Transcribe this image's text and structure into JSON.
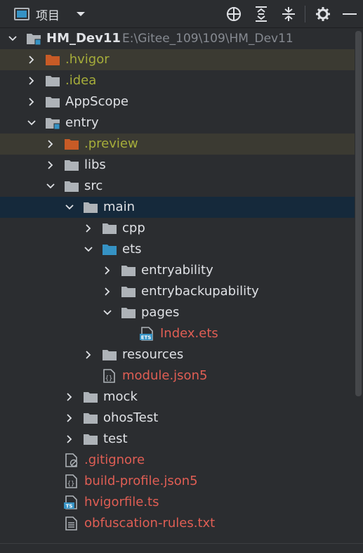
{
  "toolbar": {
    "title": "项目",
    "icons": [
      "project-view-icon",
      "dropdown-arrow-icon",
      "locate-icon",
      "expand-all-icon",
      "collapse-all-icon",
      "settings-icon",
      "hide-icon"
    ]
  },
  "tree": {
    "root": {
      "label": "HM_Dev11",
      "path": "E:\\Gitee_109\\109\\HM_Dev11"
    },
    "items": [
      {
        "label": ".hvigor",
        "color": "olive",
        "icon": "folder-excluded"
      },
      {
        "label": ".idea",
        "color": "olive",
        "icon": "folder"
      },
      {
        "label": "AppScope",
        "color": "white",
        "icon": "folder"
      },
      {
        "label": "entry",
        "color": "white",
        "icon": "module-folder"
      },
      {
        "label": ".preview",
        "color": "olive",
        "icon": "folder-excluded"
      },
      {
        "label": "libs",
        "color": "white",
        "icon": "folder"
      },
      {
        "label": "src",
        "color": "white",
        "icon": "folder"
      },
      {
        "label": "main",
        "color": "white",
        "icon": "folder"
      },
      {
        "label": "cpp",
        "color": "white",
        "icon": "folder"
      },
      {
        "label": "ets",
        "color": "white",
        "icon": "source-folder"
      },
      {
        "label": "entryability",
        "color": "white",
        "icon": "folder"
      },
      {
        "label": "entrybackupability",
        "color": "white",
        "icon": "folder"
      },
      {
        "label": "pages",
        "color": "white",
        "icon": "folder"
      },
      {
        "label": "Index.ets",
        "color": "red",
        "icon": "ets-file"
      },
      {
        "label": "resources",
        "color": "white",
        "icon": "folder"
      },
      {
        "label": "module.json5",
        "color": "red",
        "icon": "json-file"
      },
      {
        "label": "mock",
        "color": "white",
        "icon": "folder"
      },
      {
        "label": "ohosTest",
        "color": "white",
        "icon": "folder"
      },
      {
        "label": "test",
        "color": "white",
        "icon": "folder"
      },
      {
        "label": ".gitignore",
        "color": "red",
        "icon": "ignore-file"
      },
      {
        "label": "build-profile.json5",
        "color": "red",
        "icon": "json-file"
      },
      {
        "label": "hvigorfile.ts",
        "color": "red",
        "icon": "ts-file"
      },
      {
        "label": "obfuscation-rules.txt",
        "color": "red",
        "icon": "text-file"
      }
    ]
  },
  "colors": {
    "background": "#2b2d30",
    "selected_row": "#15293b",
    "excluded_row": "#3b3a32",
    "excluded_folder": "#c85b26",
    "folder": "#aeb3b8",
    "source_folder": "#3592c4",
    "text_white": "#dfe1e5",
    "text_olive": "#a6ad3a",
    "text_red": "#e05e54",
    "path_gray": "#868a91"
  }
}
